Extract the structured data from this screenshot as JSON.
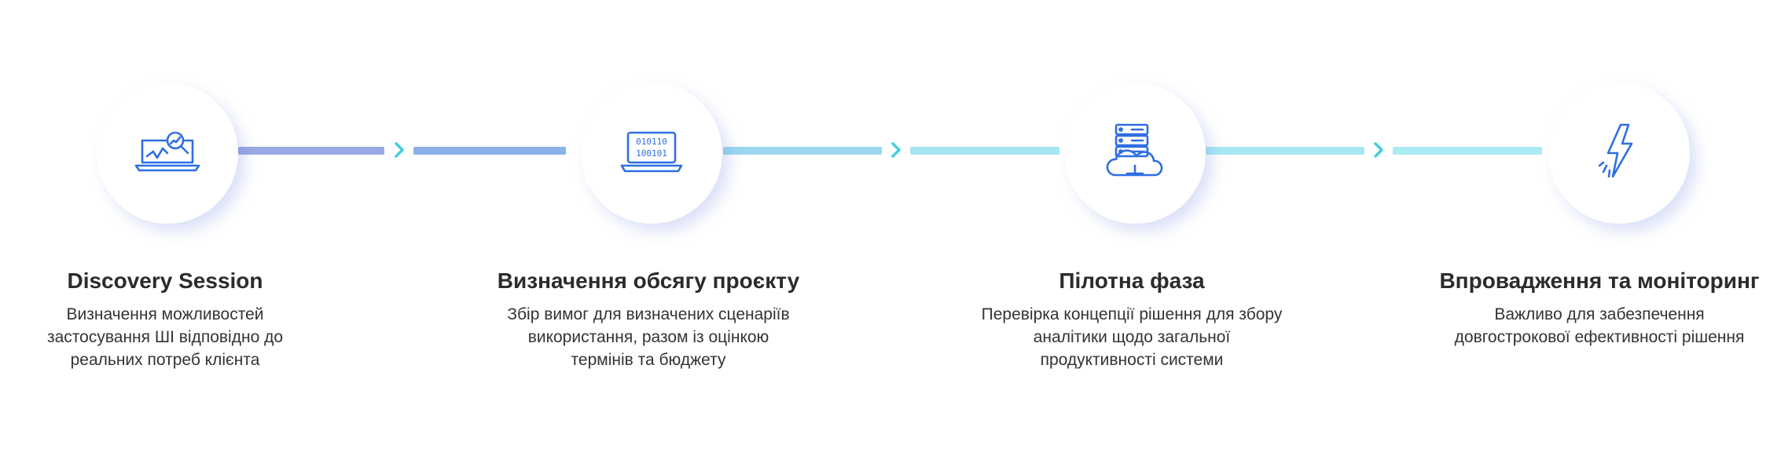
{
  "steps": [
    {
      "title": "Discovery Session",
      "description": "Визначення можливостей\nзастосування ШІ відповідно до\nреальних потреб клієнта",
      "icon": "laptop-analytics-icon"
    },
    {
      "title": "Визначення обсягу проєкту",
      "description": "Збір вимог для визначених сценаріїв\nвикористання, разом із оцінкою\nтермінів та бюджету",
      "icon": "laptop-binary-icon"
    },
    {
      "title": "Пілотна фаза",
      "description": "Перевірка концепції рішення для збору\nаналітики щодо загальної\nпродуктивності системи",
      "icon": "server-cloud-icon"
    },
    {
      "title": "Впровадження та моніторинг",
      "description": "Важливо для забезпечення\nдовгострокової ефективності рішення",
      "icon": "lightning-bolt-icon"
    }
  ],
  "colors": {
    "icon_stroke": "#2f6fe0",
    "title_text": "#2b2b2b",
    "desc_text": "#333333",
    "arrow": "#3fd0dc"
  }
}
